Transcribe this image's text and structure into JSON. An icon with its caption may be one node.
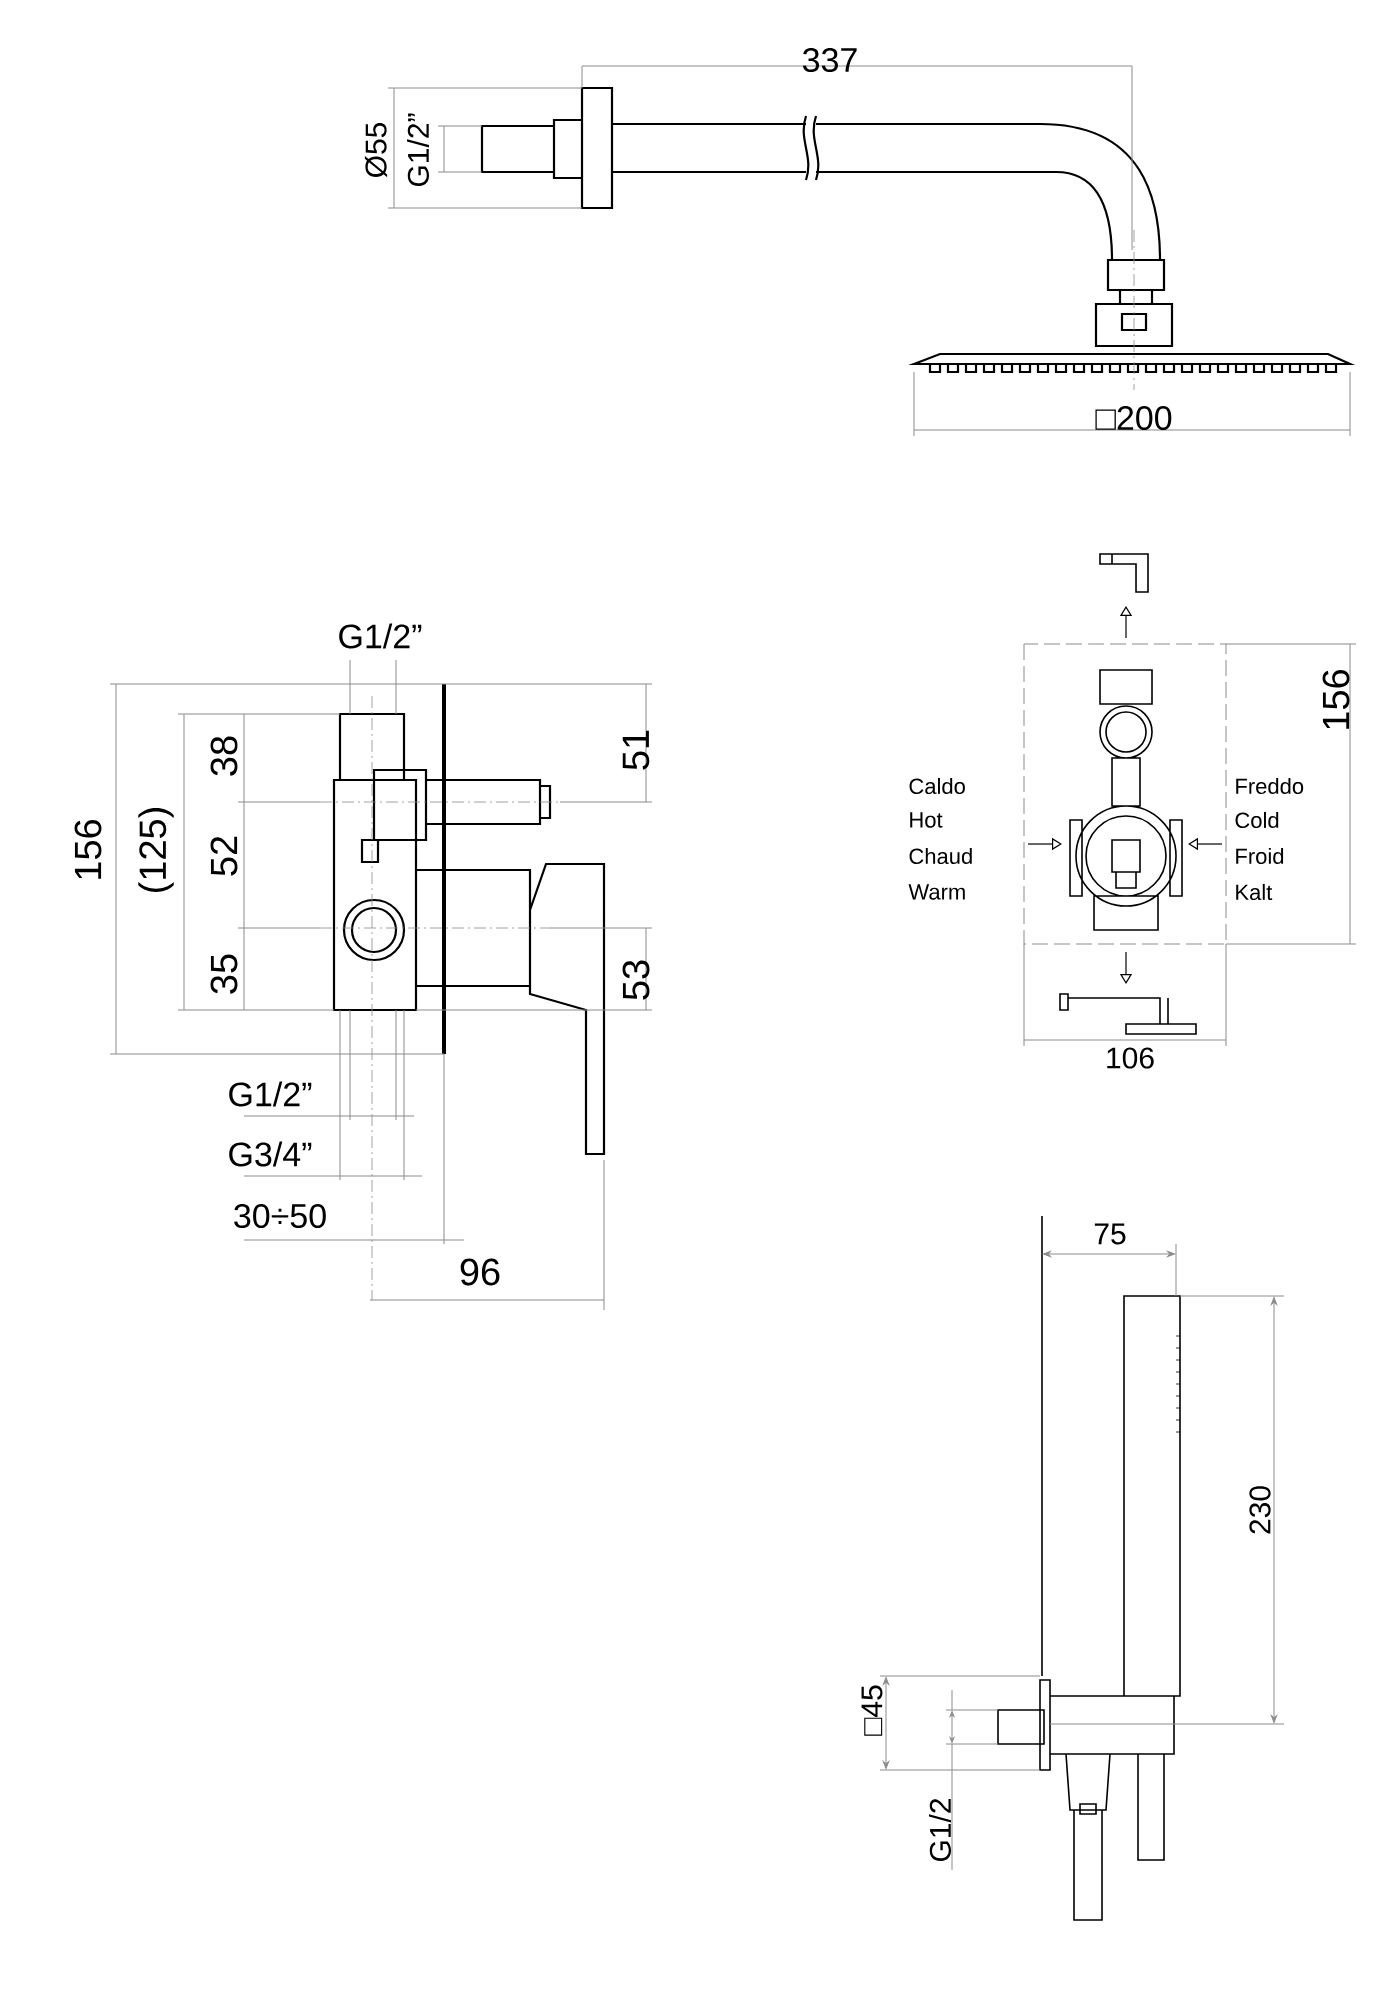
{
  "diagram": {
    "labels": [
      "337",
      "Ø55",
      "G1/2”",
      "□200",
      "G1/2”",
      "156",
      "(125)",
      "38",
      "52",
      "35",
      "51",
      "53",
      "G1/2”",
      "G3/4”",
      "30÷50",
      "96",
      "156",
      "Caldo",
      "Hot",
      "Chaud",
      "Warm",
      "Freddo",
      "Cold",
      "Froid",
      "Kalt",
      "106",
      "75",
      "230",
      "□45",
      "G1/2"
    ]
  }
}
